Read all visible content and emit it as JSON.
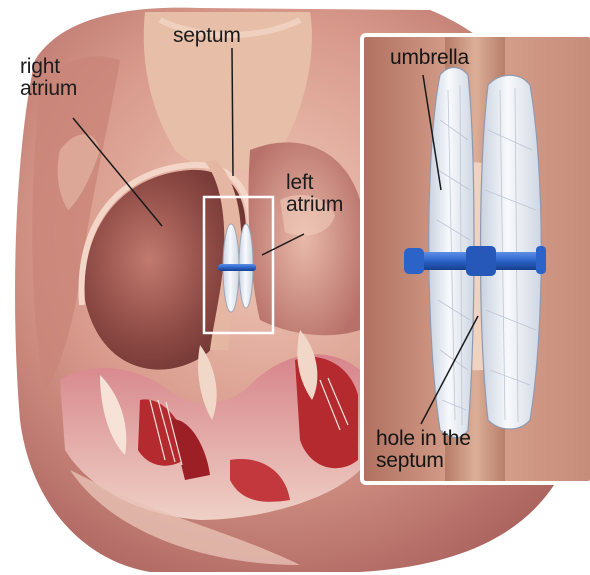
{
  "labels": {
    "right_atrium": "right\natrium",
    "septum": "septum",
    "left_atrium": "left\natrium",
    "umbrella": "umbrella",
    "hole": "hole in the\nseptum"
  },
  "colors": {
    "tissue_dark": "#8c3b3b",
    "tissue_mid": "#c96d6a",
    "tissue_light": "#e9b8a6",
    "septum_skin": "#d8a58f",
    "muscle_red": "#b42a2f",
    "device_blue": "#2b63c8",
    "device_disc": "#e9eef6",
    "frame_white": "#ffffff"
  }
}
